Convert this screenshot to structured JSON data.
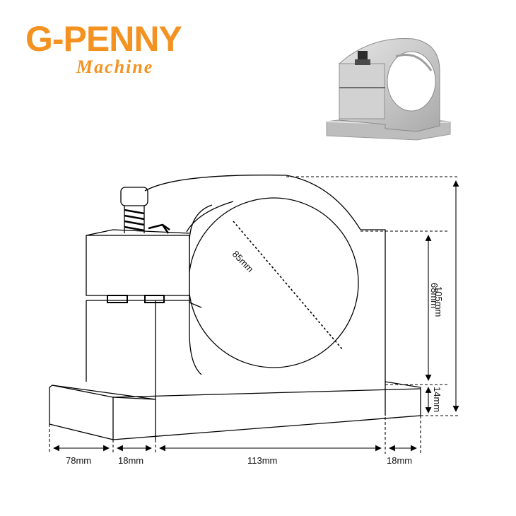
{
  "brand": {
    "name": "G-PENNY",
    "tagline": "Machine",
    "color": "#f39221"
  },
  "photo": {
    "subject": "aluminum spindle mount clamp",
    "icon": "clamp-photo-icon"
  },
  "dimensions": {
    "diameter": "85mm",
    "total_height": "105mm",
    "body_height": "68mm",
    "foot_height": "14mm",
    "foot_front_depth": "78mm",
    "foot_left_width": "18mm",
    "body_width": "113mm",
    "foot_right_width": "18mm"
  }
}
